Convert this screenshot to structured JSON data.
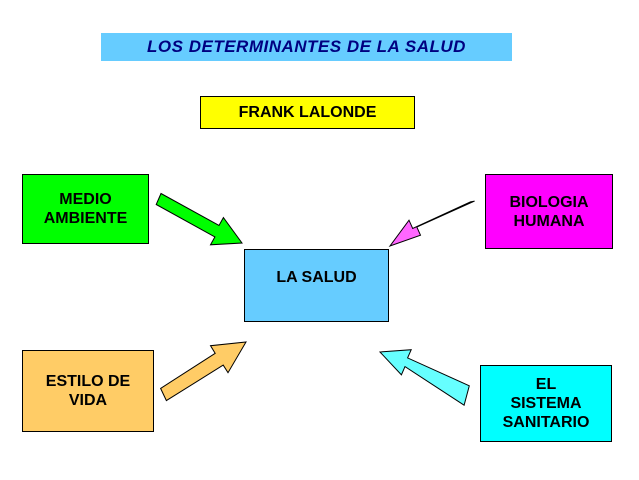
{
  "title": "LOS DETERMINANTES DE LA SALUD",
  "author": "FRANK LALONDE",
  "center": "LA SALUD",
  "determinants": {
    "medio": {
      "lines": [
        "MEDIO",
        "AMBIENTE"
      ],
      "color": "#00ff00"
    },
    "biologia": {
      "lines": [
        "BIOLOGIA",
        "HUMANA"
      ],
      "color": "#ff00ff"
    },
    "estilo": {
      "lines": [
        "ESTILO DE",
        "VIDA"
      ],
      "color": "#ffcc66"
    },
    "sistema": {
      "lines": [
        "EL",
        "SISTEMA",
        "SANITARIO"
      ],
      "color": "#00ffff"
    }
  },
  "arrow_colors": {
    "medio": "#00ff00",
    "biologia": "#ff66ff",
    "estilo": "#ffcc66",
    "sistema": "#66ffff"
  }
}
